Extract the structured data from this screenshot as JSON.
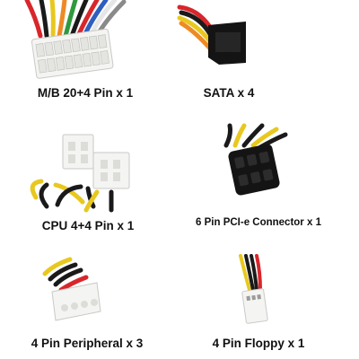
{
  "colors": {
    "connector_white": "#f4f4f2",
    "connector_black": "#141414",
    "wire_red": "#d8262b",
    "wire_black": "#1a1a1a",
    "wire_yellow": "#e8c81f",
    "wire_orange": "#ee8a24",
    "wire_green": "#2f9a3c",
    "wire_blue": "#2e5fbf",
    "wire_purple": "#7a3a9a",
    "wire_gray": "#8a8a8a",
    "wire_white": "#e6e6e6",
    "wire_brown": "#8b5a2b"
  },
  "items": [
    {
      "key": "mb",
      "label": "M/B 20+4 Pin x 1",
      "icon": "atx-24pin-connector-icon"
    },
    {
      "key": "sata",
      "label": "SATA x 4",
      "icon": "sata-power-connector-icon"
    },
    {
      "key": "cpu",
      "label": "CPU 4+4 Pin x 1",
      "icon": "cpu-8pin-connector-icon"
    },
    {
      "key": "pcie",
      "label": "6 Pin PCI-e Connector x 1",
      "icon": "pcie-6pin-connector-icon"
    },
    {
      "key": "molex",
      "label": "4 Pin Peripheral x 3",
      "icon": "molex-connector-icon"
    },
    {
      "key": "floppy",
      "label": "4 Pin Floppy x 1",
      "icon": "floppy-connector-icon"
    }
  ]
}
